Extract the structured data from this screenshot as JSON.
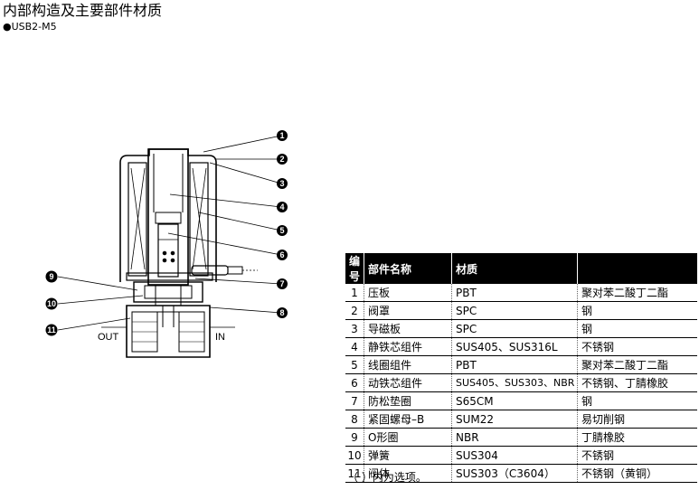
{
  "title": "内部构造及主要部件材质",
  "subtitle": "●USB2-M5",
  "diagram": {
    "port_out": "OUT",
    "port_in": "IN",
    "callouts": [
      "1",
      "2",
      "3",
      "4",
      "5",
      "6",
      "7",
      "8",
      "9",
      "10",
      "11"
    ]
  },
  "table": {
    "headers": [
      "编号",
      "部件名称",
      "材质",
      ""
    ],
    "rows": [
      {
        "no": "1",
        "name": "压板",
        "material": "PBT",
        "material_cn": "聚对苯二酸丁二酯"
      },
      {
        "no": "2",
        "name": "阀罩",
        "material": "SPC",
        "material_cn": "钢"
      },
      {
        "no": "3",
        "name": "导磁板",
        "material": "SPC",
        "material_cn": "钢"
      },
      {
        "no": "4",
        "name": "静铁芯组件",
        "material": "SUS405、SUS316L",
        "material_cn": "不锈钢"
      },
      {
        "no": "5",
        "name": "线圈组件",
        "material": "PBT",
        "material_cn": "聚对苯二酸丁二酯"
      },
      {
        "no": "6",
        "name": "动铁芯组件",
        "material": "SUS405、SUS303、NBR",
        "material_cn": "不锈钢、丁腈橡胶"
      },
      {
        "no": "7",
        "name": "防松垫圈",
        "material": "S65CM",
        "material_cn": "钢"
      },
      {
        "no": "8",
        "name": "紧固螺母–B",
        "material": "SUM22",
        "material_cn": "易切削钢"
      },
      {
        "no": "9",
        "name": "O形圈",
        "material": "NBR",
        "material_cn": "丁腈橡胶"
      },
      {
        "no": "10",
        "name": "弹簧",
        "material": "SUS304",
        "material_cn": "不锈钢"
      },
      {
        "no": "11",
        "name": "阀体",
        "material": "SUS303（C3604）",
        "material_cn": "不锈钢（黄铜）"
      }
    ]
  },
  "note": "（  ）内为选项。"
}
